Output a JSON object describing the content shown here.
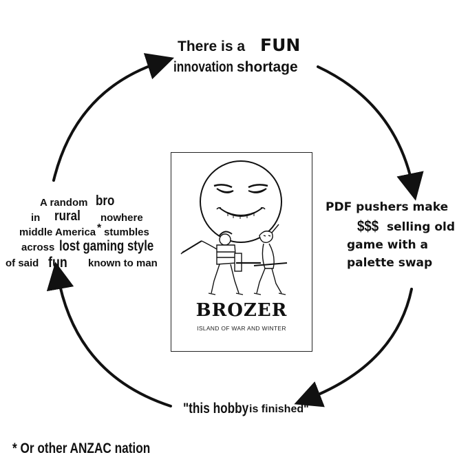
{
  "top": {
    "line1": "There is a",
    "emphasis": "FUN",
    "line2a": "innovation",
    "line2b": "shortage"
  },
  "right": {
    "line1": "PDF pushers make",
    "money": "$$$",
    "line2": "selling old",
    "line3": "game with a",
    "line4": "palette swap"
  },
  "bottom": {
    "quote_bold": "\"this hobby",
    "quote_rest": "is finished\""
  },
  "left": {
    "w_a_random": "A random",
    "w_bro": "bro",
    "w_in": "in",
    "w_rural": "rural",
    "w_nowhere": "nowhere",
    "w_middle_america": "middle America",
    "w_asterisk": "*",
    "w_stumbles": "stumbles",
    "w_across": "across",
    "w_lost_gaming_style": "lost gaming style",
    "w_of_said": "of said",
    "w_fun": "fun",
    "w_known_to_man": "known to man"
  },
  "cover": {
    "title": "BROZER",
    "subtitle": "ISLAND OF WAR AND WINTER"
  },
  "footnote": "* Or other ANZAC nation"
}
